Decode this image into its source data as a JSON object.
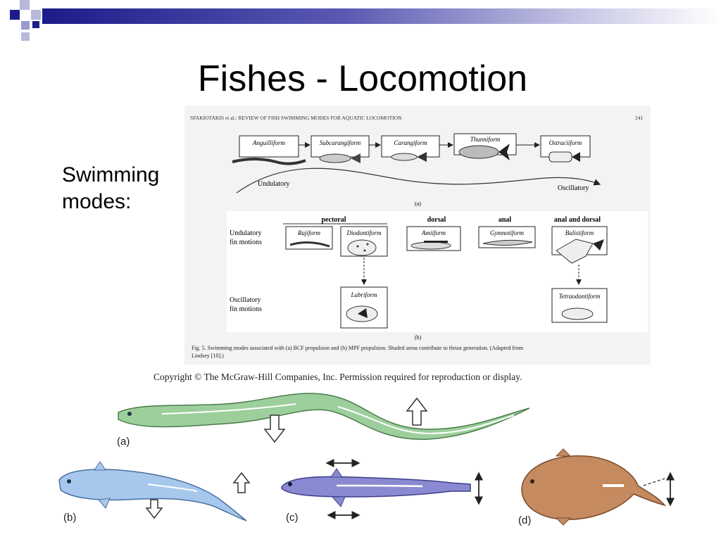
{
  "slide": {
    "title": "Fishes - Locomotion",
    "side_text_line1": "Swimming",
    "side_text_line2": "modes:",
    "copyright": "Copyright © The McGraw-Hill Companies, Inc. Permission required for reproduction or display."
  },
  "figure": {
    "running_head": "SFAKIOTAKIS et al.: REVIEW OF FISH SWIMMING MODES FOR AQUATIC LOCOMOTION",
    "page_number": "241",
    "bcf_modes": [
      "Anguilliform",
      "Subcarangiform",
      "Carangiform",
      "Thunniform",
      "Ostraciiform"
    ],
    "axis_left": "Undulatory",
    "axis_right": "Oscillatory",
    "panel_a_label": "(a)",
    "fin_groups": [
      "pectoral",
      "dorsal",
      "anal",
      "anal and dorsal"
    ],
    "row_undulatory_1": "Undulatory",
    "row_undulatory_2": "fin motions",
    "row_oscillatory_1": "Oscillatory",
    "row_oscillatory_2": "fin motions",
    "mpf_undulatory": [
      "Rajiform",
      "Diodontiform",
      "Amiiform",
      "Gymnotiform",
      "Balistiform"
    ],
    "mpf_oscillatory": [
      "Labriform",
      "Tetraodontiform"
    ],
    "panel_b_label": "(b)",
    "caption_line1": "Fig. 5.   Swimming modes associated with (a) BCF propulsion and (b) MPF propulsion. Shaded areas contribute to thrust generation. (Adapted from",
    "caption_line2": "Lindsey [10].)"
  },
  "lower_figure": {
    "label_a": "(a)",
    "label_b": "(b)",
    "label_c": "(c)",
    "label_d": "(d)"
  },
  "colors": {
    "title_bar": "#1c1c8a",
    "eel_green": "#9ccf9c",
    "fish_blue": "#a7c8ec",
    "fish_purple": "#8a8ad2",
    "fish_brown": "#c58a60"
  }
}
